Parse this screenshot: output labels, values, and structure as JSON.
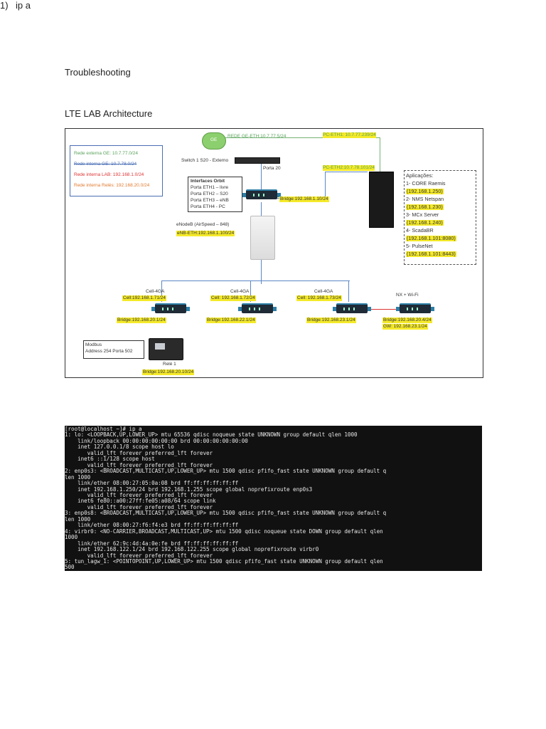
{
  "doc": {
    "title": "Troubleshooting",
    "subtitle": "LTE LAB Architecture",
    "step_number": "1)",
    "step_label": "ip a"
  },
  "diagram": {
    "legend": {
      "l1": "Rede externa GE: 10.7.77.0/24",
      "l2": "Rede interna GE: 10.7.78.0/24",
      "l3": "Rede interna LAB: 192.168.1.0/24",
      "l4": "Rede interna Relés: 192.168.20.0/24"
    },
    "cloud_label": "GE",
    "rede_ge": "REDE GE-ETH:10.7.77.5/24",
    "pc_eth1": "PC-ETH1: 10.7.77.239/24",
    "pc_eth2": "PC-ETH2:10.7.78.101/24",
    "switch_label": "Switch 1 S20 - Externo",
    "porta": "Porta 20",
    "interfaces": {
      "title": "Interfaces Orbit",
      "i1": "Porta ETH1 – livre",
      "i2": "Porta ETH2 – S20",
      "i3": "Porta ETH3 – eNB",
      "i4": "Porta ETH4 - PC"
    },
    "bridge_top": "Bridge:192.168.1.10/24",
    "apps": {
      "title": "Aplicações:",
      "a1": "1- CORE Raemis",
      "a1ip": "(192.168.1.250)",
      "a2": "2- NMS Netspan",
      "a2ip": "(192.168.1.230)",
      "a3": "3- MCx Server",
      "a3ip": "(192.168.1.240)",
      "a4": "4- ScadaBR",
      "a4ip": "(192.168.1.101:8080)",
      "a5": "5- PulseNet",
      "a5ip": "(192.168.1.101:8443)"
    },
    "enodeb": "eNodeB (AirSpeed – 848)",
    "enb_eth": "eNB-ETH:192.168.1.100/24",
    "cells": [
      {
        "name": "Cell-4GA",
        "cell": "Cell:192.168.1.71/24",
        "bridge": "Bridge:192.168.20.1/24"
      },
      {
        "name": "Cell-4GA",
        "cell": "Cell: 192.168.1.72/24",
        "bridge": "Bridge:192.168.22.1/24"
      },
      {
        "name": "Cell-4GA",
        "cell": "Cell: 192.168.1.73/24",
        "bridge": "Bridge:192.168.23.1/24"
      }
    ],
    "nx": {
      "name": "NX + Wi-Fi",
      "bridge": "Bridge:192.168.20.4/24",
      "gw": "GW: 192.168.23.1/24"
    },
    "modbus": {
      "line1": "Modbus",
      "line2": "Address 254 Porta 502"
    },
    "rele": {
      "name": "Relé 1",
      "bridge": "Bridge:192.168.20.10/24"
    }
  },
  "terminal": {
    "lines": [
      "[root@localhost ~]# ip a",
      "1: lo: <LOOPBACK,UP,LOWER_UP> mtu 65536 qdisc noqueue state UNKNOWN group default qlen 1000",
      "    link/loopback 00:00:00:00:00:00 brd 00:00:00:00:00:00",
      "    inet 127.0.0.1/8 scope host lo",
      "       valid_lft forever preferred_lft forever",
      "    inet6 ::1/128 scope host",
      "       valid_lft forever preferred_lft forever",
      "2: enp0s3: <BROADCAST,MULTICAST,UP,LOWER_UP> mtu 1500 qdisc pfifo_fast state UNKNOWN group default q",
      "len 1000",
      "    link/ether 08:00:27:05:0a:08 brd ff:ff:ff:ff:ff:ff",
      "    inet 192.168.1.250/24 brd 192.168.1.255 scope global noprefixroute enp0s3",
      "       valid_lft forever preferred_lft forever",
      "    inet6 fe80::a00:27ff:fe05:a08/64 scope link",
      "       valid_lft forever preferred_lft forever",
      "3: enp0s8: <BROADCAST,MULTICAST,UP,LOWER_UP> mtu 1500 qdisc pfifo_fast state UNKNOWN group default q",
      "len 1000",
      "    link/ether 08:00:27:f6:f4:e3 brd ff:ff:ff:ff:ff:ff",
      "4: virbr0: <NO-CARRIER,BROADCAST,MULTICAST,UP> mtu 1500 qdisc noqueue state DOWN group default qlen",
      "1000",
      "    link/ether 62:9c:4d:4a:0e:fe brd ff:ff:ff:ff:ff:ff",
      "    inet 192.168.122.1/24 brd 192.168.122.255 scope global noprefixroute virbr0",
      "       valid_lft forever preferred_lft forever",
      "5: tun_lagw_1: <POINTOPOINT,UP,LOWER_UP> mtu 1500 qdisc pfifo_fast state UNKNOWN group default qlen",
      "500"
    ]
  }
}
